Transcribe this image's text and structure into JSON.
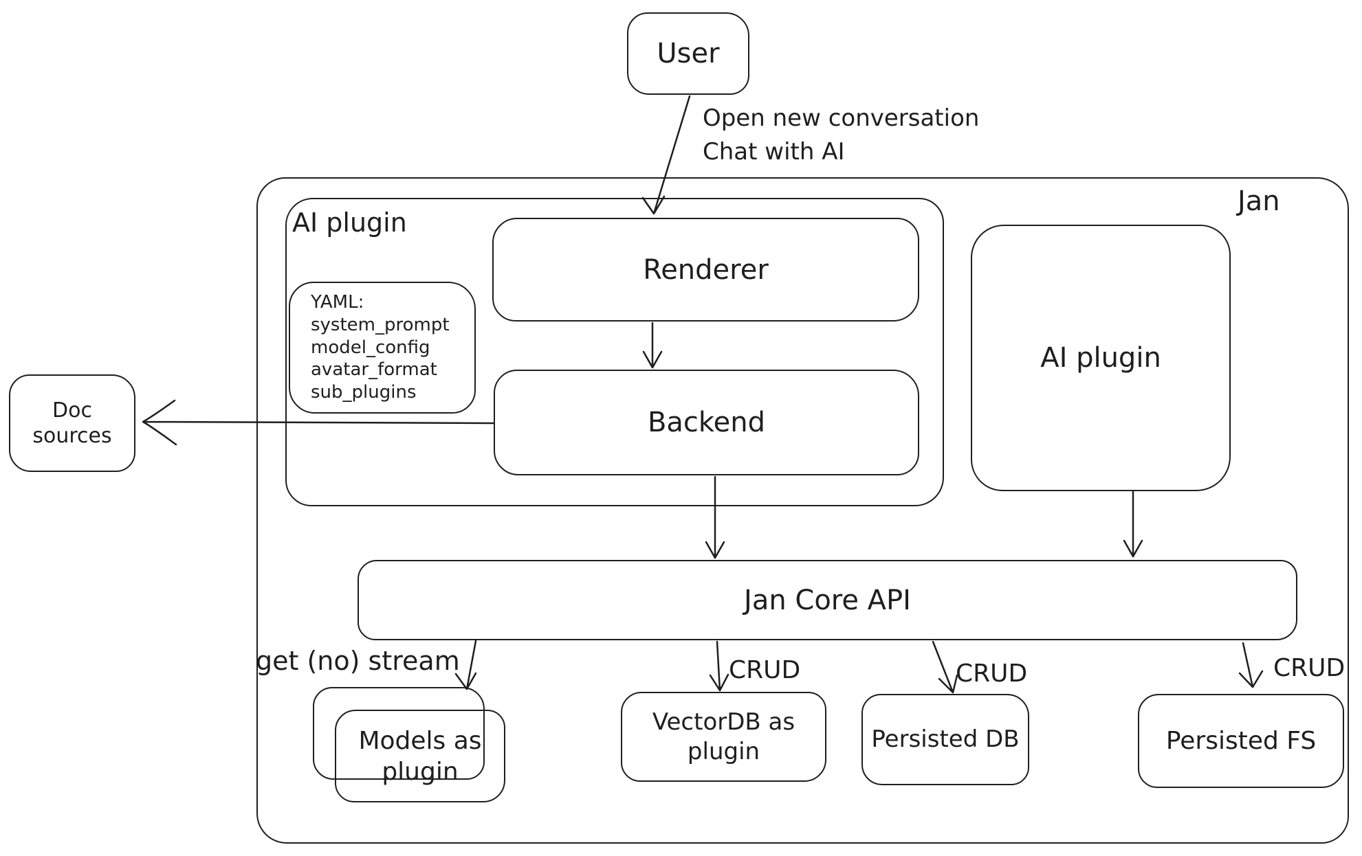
{
  "colors": {
    "stroke": "#1e1e1e",
    "background": "#ffffff"
  },
  "nodes": {
    "user": {
      "label": "User"
    },
    "jan_container": {
      "label": "Jan"
    },
    "ai_plugin_container": {
      "label": "AI plugin"
    },
    "yaml_note": {
      "lines": [
        "YAML:",
        "system_prompt",
        "model_config",
        "avatar_format",
        "sub_plugins"
      ]
    },
    "renderer": {
      "label": "Renderer"
    },
    "backend": {
      "label": "Backend"
    },
    "ai_plugin_right": {
      "label": "AI plugin"
    },
    "doc_sources": {
      "label": "Doc sources"
    },
    "jan_core_api": {
      "label": "Jan Core API"
    },
    "models_plugin": {
      "lines": [
        "Models as",
        "plugin"
      ]
    },
    "vectordb_plugin": {
      "lines": [
        "VectorDB as",
        "plugin"
      ]
    },
    "persisted_db": {
      "label": "Persisted DB"
    },
    "persisted_fs": {
      "label": "Persisted FS"
    }
  },
  "edge_labels": {
    "user_to_renderer": {
      "lines": [
        "Open new conversation",
        "Chat with AI"
      ]
    },
    "api_to_models": {
      "label": "get (no) stream"
    },
    "api_to_vectordb": {
      "label": "CRUD"
    },
    "api_to_persisted_db": {
      "label": "CRUD"
    },
    "api_to_persisted_fs": {
      "label": "CRUD"
    }
  }
}
